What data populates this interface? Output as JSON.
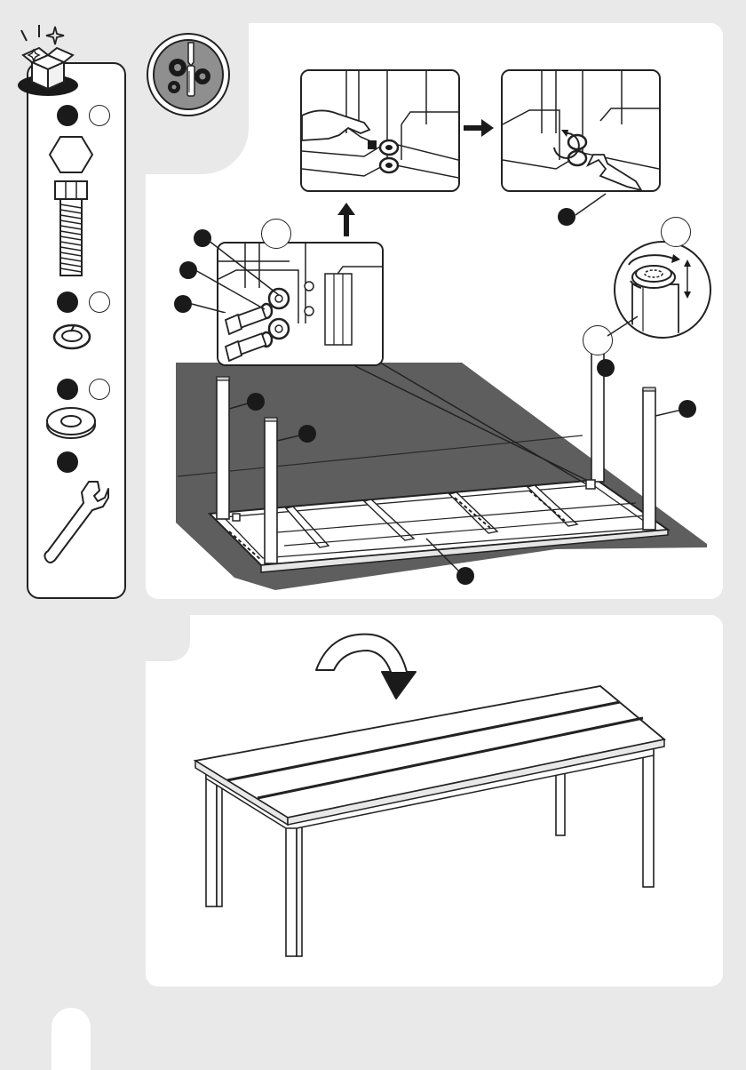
{
  "page": {
    "background": "#e9e9ea",
    "panel_color": "#ffffff",
    "ink": "#1a1a1a",
    "floor_color": "#5e5e5e"
  },
  "icons": {
    "open_box": "open-box-icon",
    "tools": "screwdriver-gears-icon",
    "wrench": "wrench-icon",
    "rotate_arrow": "rotate-arrow-icon",
    "step_arrow": "right-arrow-icon",
    "up_arrow": "up-arrow-icon"
  },
  "parts": [
    {
      "key": "bolt",
      "icon": "hex-bolt-icon"
    },
    {
      "key": "spring_washer",
      "icon": "spring-washer-icon"
    },
    {
      "key": "flat_washer",
      "icon": "flat-washer-icon"
    },
    {
      "key": "wrench",
      "icon": "wrench-icon"
    }
  ]
}
